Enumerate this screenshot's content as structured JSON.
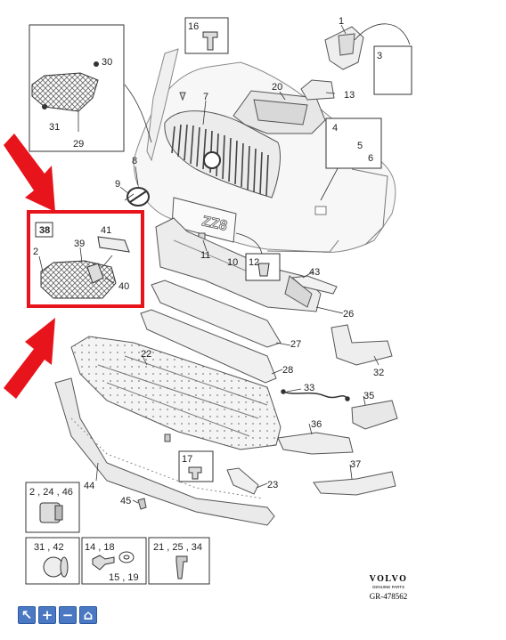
{
  "labels": {
    "l1": "1",
    "l2": "2",
    "l3": "3",
    "l4": "4",
    "l5": "5",
    "l6": "6",
    "l7": "7",
    "l8": "8",
    "l9": "9",
    "l10": "10",
    "l11": "11",
    "l12": "12",
    "l13": "13",
    "l16": "16",
    "l17": "17",
    "l20": "20",
    "l22": "22",
    "l23": "23",
    "l26": "26",
    "l27": "27",
    "l28": "28",
    "l29": "29",
    "l30": "30",
    "l31": "31",
    "l32": "32",
    "l33": "33",
    "l35": "35",
    "l36": "36",
    "l37": "37",
    "l38": "38",
    "l39": "39",
    "l40": "40",
    "l41": "41",
    "l43": "43",
    "l44": "44",
    "l45": "45",
    "b1": "2 , 24 , 46",
    "b2": "31 , 42",
    "b3a": "14 , 18",
    "b3b": "15 , 19",
    "b4": "21 , 25 , 34"
  },
  "plate_text": "ZZ8",
  "brand": {
    "name": "VOLVO",
    "tagline": "GENUINE PARTS",
    "code": "GR-478562"
  },
  "toolbar": {
    "select": "↖",
    "zoom_in": "+",
    "zoom_out": "−",
    "home": "⌂"
  },
  "colors": {
    "arrow": "#e8141c",
    "highlight": "#e8141c",
    "toolbar": "#4a78c2"
  }
}
